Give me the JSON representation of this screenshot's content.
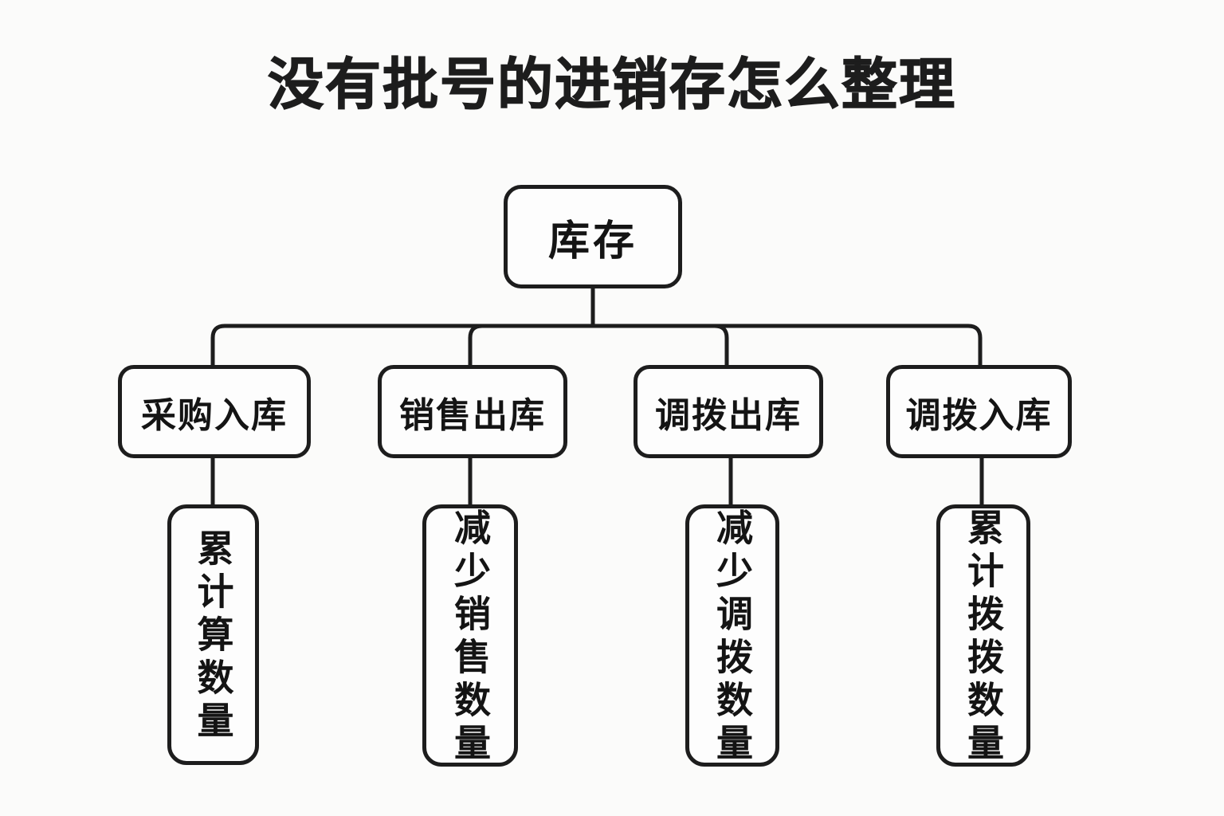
{
  "page": {
    "title": "没有批号的进销存怎么整理",
    "background_color": "#fbfbfa",
    "line_color": "#1d1d1d",
    "box_fill_color": "#fdfdfd",
    "text_color": "#141414"
  },
  "diagram": {
    "type": "tree",
    "orientation": "top-down",
    "root": {
      "id": "inventory",
      "label": "库存"
    },
    "branches": [
      {
        "id": "purchase-inbound",
        "label": "采购入库",
        "child": {
          "id": "purchase-inbound-detail",
          "label": "累计算数量",
          "orientation": "vertical"
        }
      },
      {
        "id": "sales-outbound",
        "label": "销售出库",
        "child": {
          "id": "sales-outbound-detail",
          "label": "减少销售数量",
          "orientation": "vertical"
        }
      },
      {
        "id": "transfer-outbound",
        "label": "调拨出库",
        "child": {
          "id": "transfer-outbound-detail",
          "label": "减少调拨数量",
          "orientation": "vertical"
        }
      },
      {
        "id": "transfer-inbound",
        "label": "调拨入库",
        "child": {
          "id": "transfer-inbound-detail",
          "label": "累计拨拨数量",
          "orientation": "vertical"
        }
      }
    ]
  }
}
